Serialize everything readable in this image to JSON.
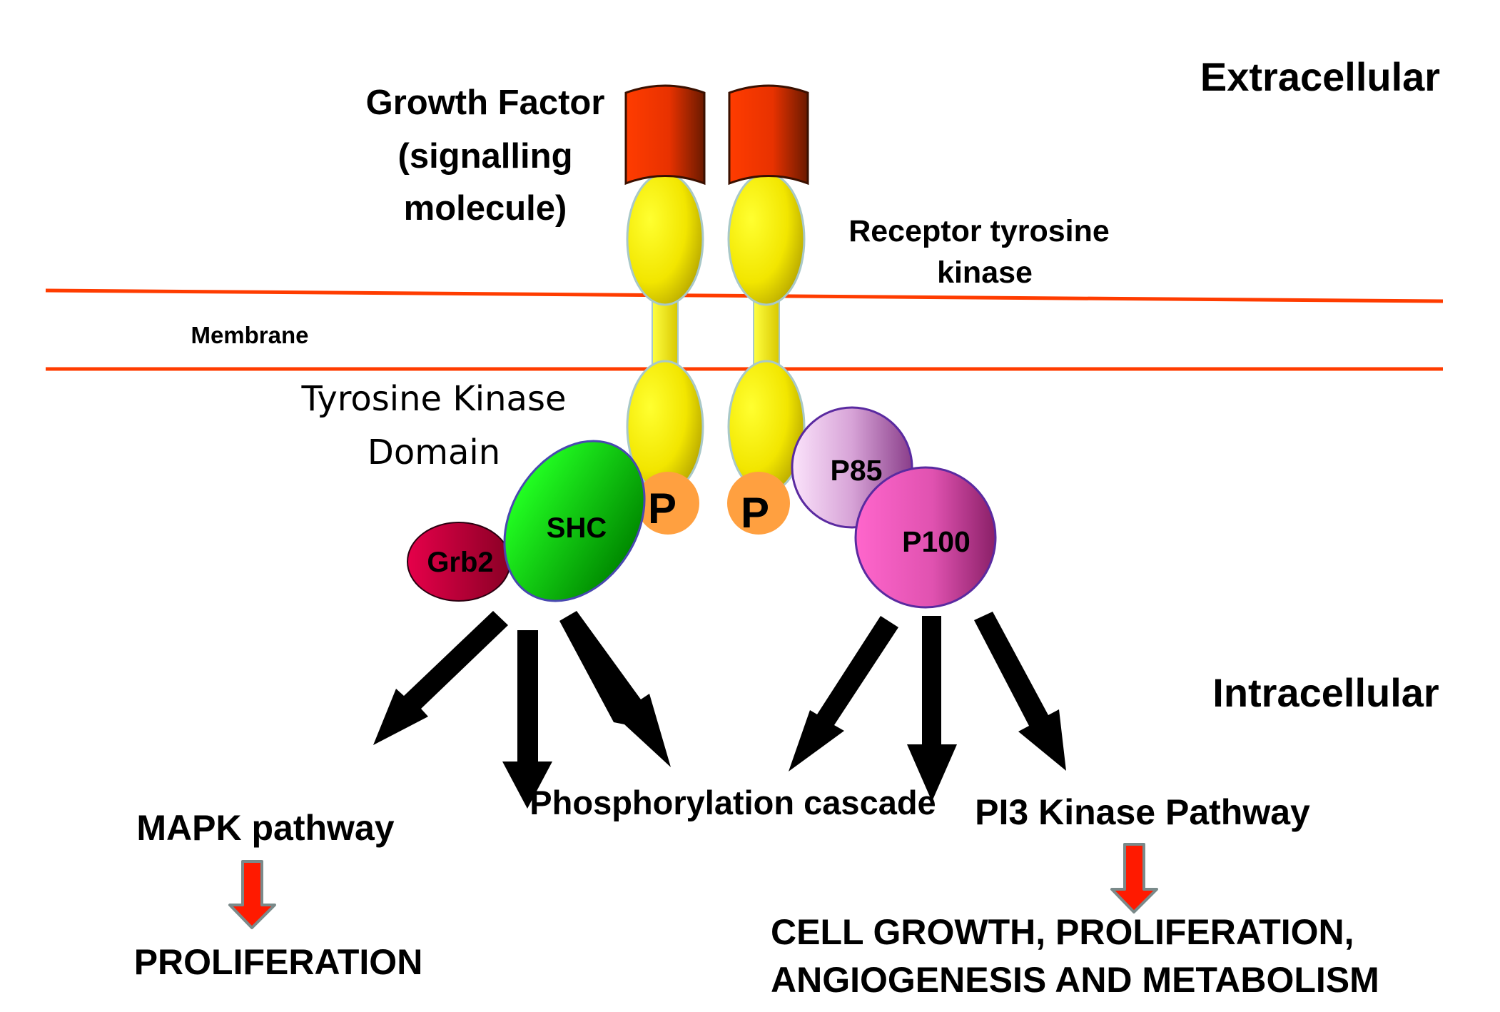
{
  "labels": {
    "extracellular": "Extracellular",
    "intracellular": "Intracellular",
    "growth_factor_line1": "Growth Factor",
    "growth_factor_line2": "(signalling",
    "growth_factor_line3": "molecule)",
    "receptor_line1": "Receptor tyrosine",
    "receptor_line2": "kinase",
    "membrane": "Membrane",
    "tk_domain_line1": "Tyrosine Kinase",
    "tk_domain_line2": "Domain",
    "phospho_left": "P",
    "phospho_right": "P",
    "shc": "SHC",
    "grb2": "Grb2",
    "p85": "P85",
    "p100": "P100",
    "mapk": "MAPK pathway",
    "proliferation": "PROLIFERATION",
    "phosphorylation_cascade": "Phosphorylation cascade",
    "pi3k": "PI3 Kinase Pathway",
    "outcome_line1": "CELL GROWTH, PROLIFERATION,",
    "outcome_line2": "ANGIOGENESIS AND METABOLISM"
  },
  "colors": {
    "membrane_line": "#ff3c00",
    "growth_factor": "#ff3c00",
    "receptor": "#ffee00",
    "phospho": "#ffa040",
    "shc": "#00cc00",
    "grb2": "#cc0040",
    "p85": "#e8b8e8",
    "p100": "#ee55bb",
    "arrow": "#000000",
    "result_arrow": "#ff1a00"
  }
}
